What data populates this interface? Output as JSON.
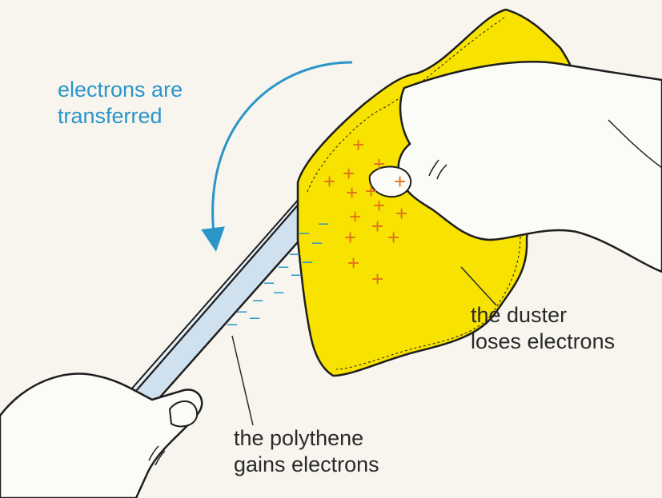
{
  "labels": {
    "transfer": [
      "electrons are",
      "transferred"
    ],
    "duster": [
      "the duster",
      "loses electrons"
    ],
    "polythene": [
      "the polythene",
      "gains electrons"
    ]
  },
  "symbols": {
    "positive": "+",
    "negative": "–"
  },
  "colors": {
    "arrow": "#2b95c9",
    "duster": "#f7e200",
    "rod": "#cfe0ef",
    "positive_charge": "#e0721c",
    "negative_charge": "#2b95c9",
    "outline": "#1e1e1e",
    "skin": "#fbfbf8"
  },
  "icons": {
    "transfer_arrow": "curved-arrow-down-icon"
  }
}
